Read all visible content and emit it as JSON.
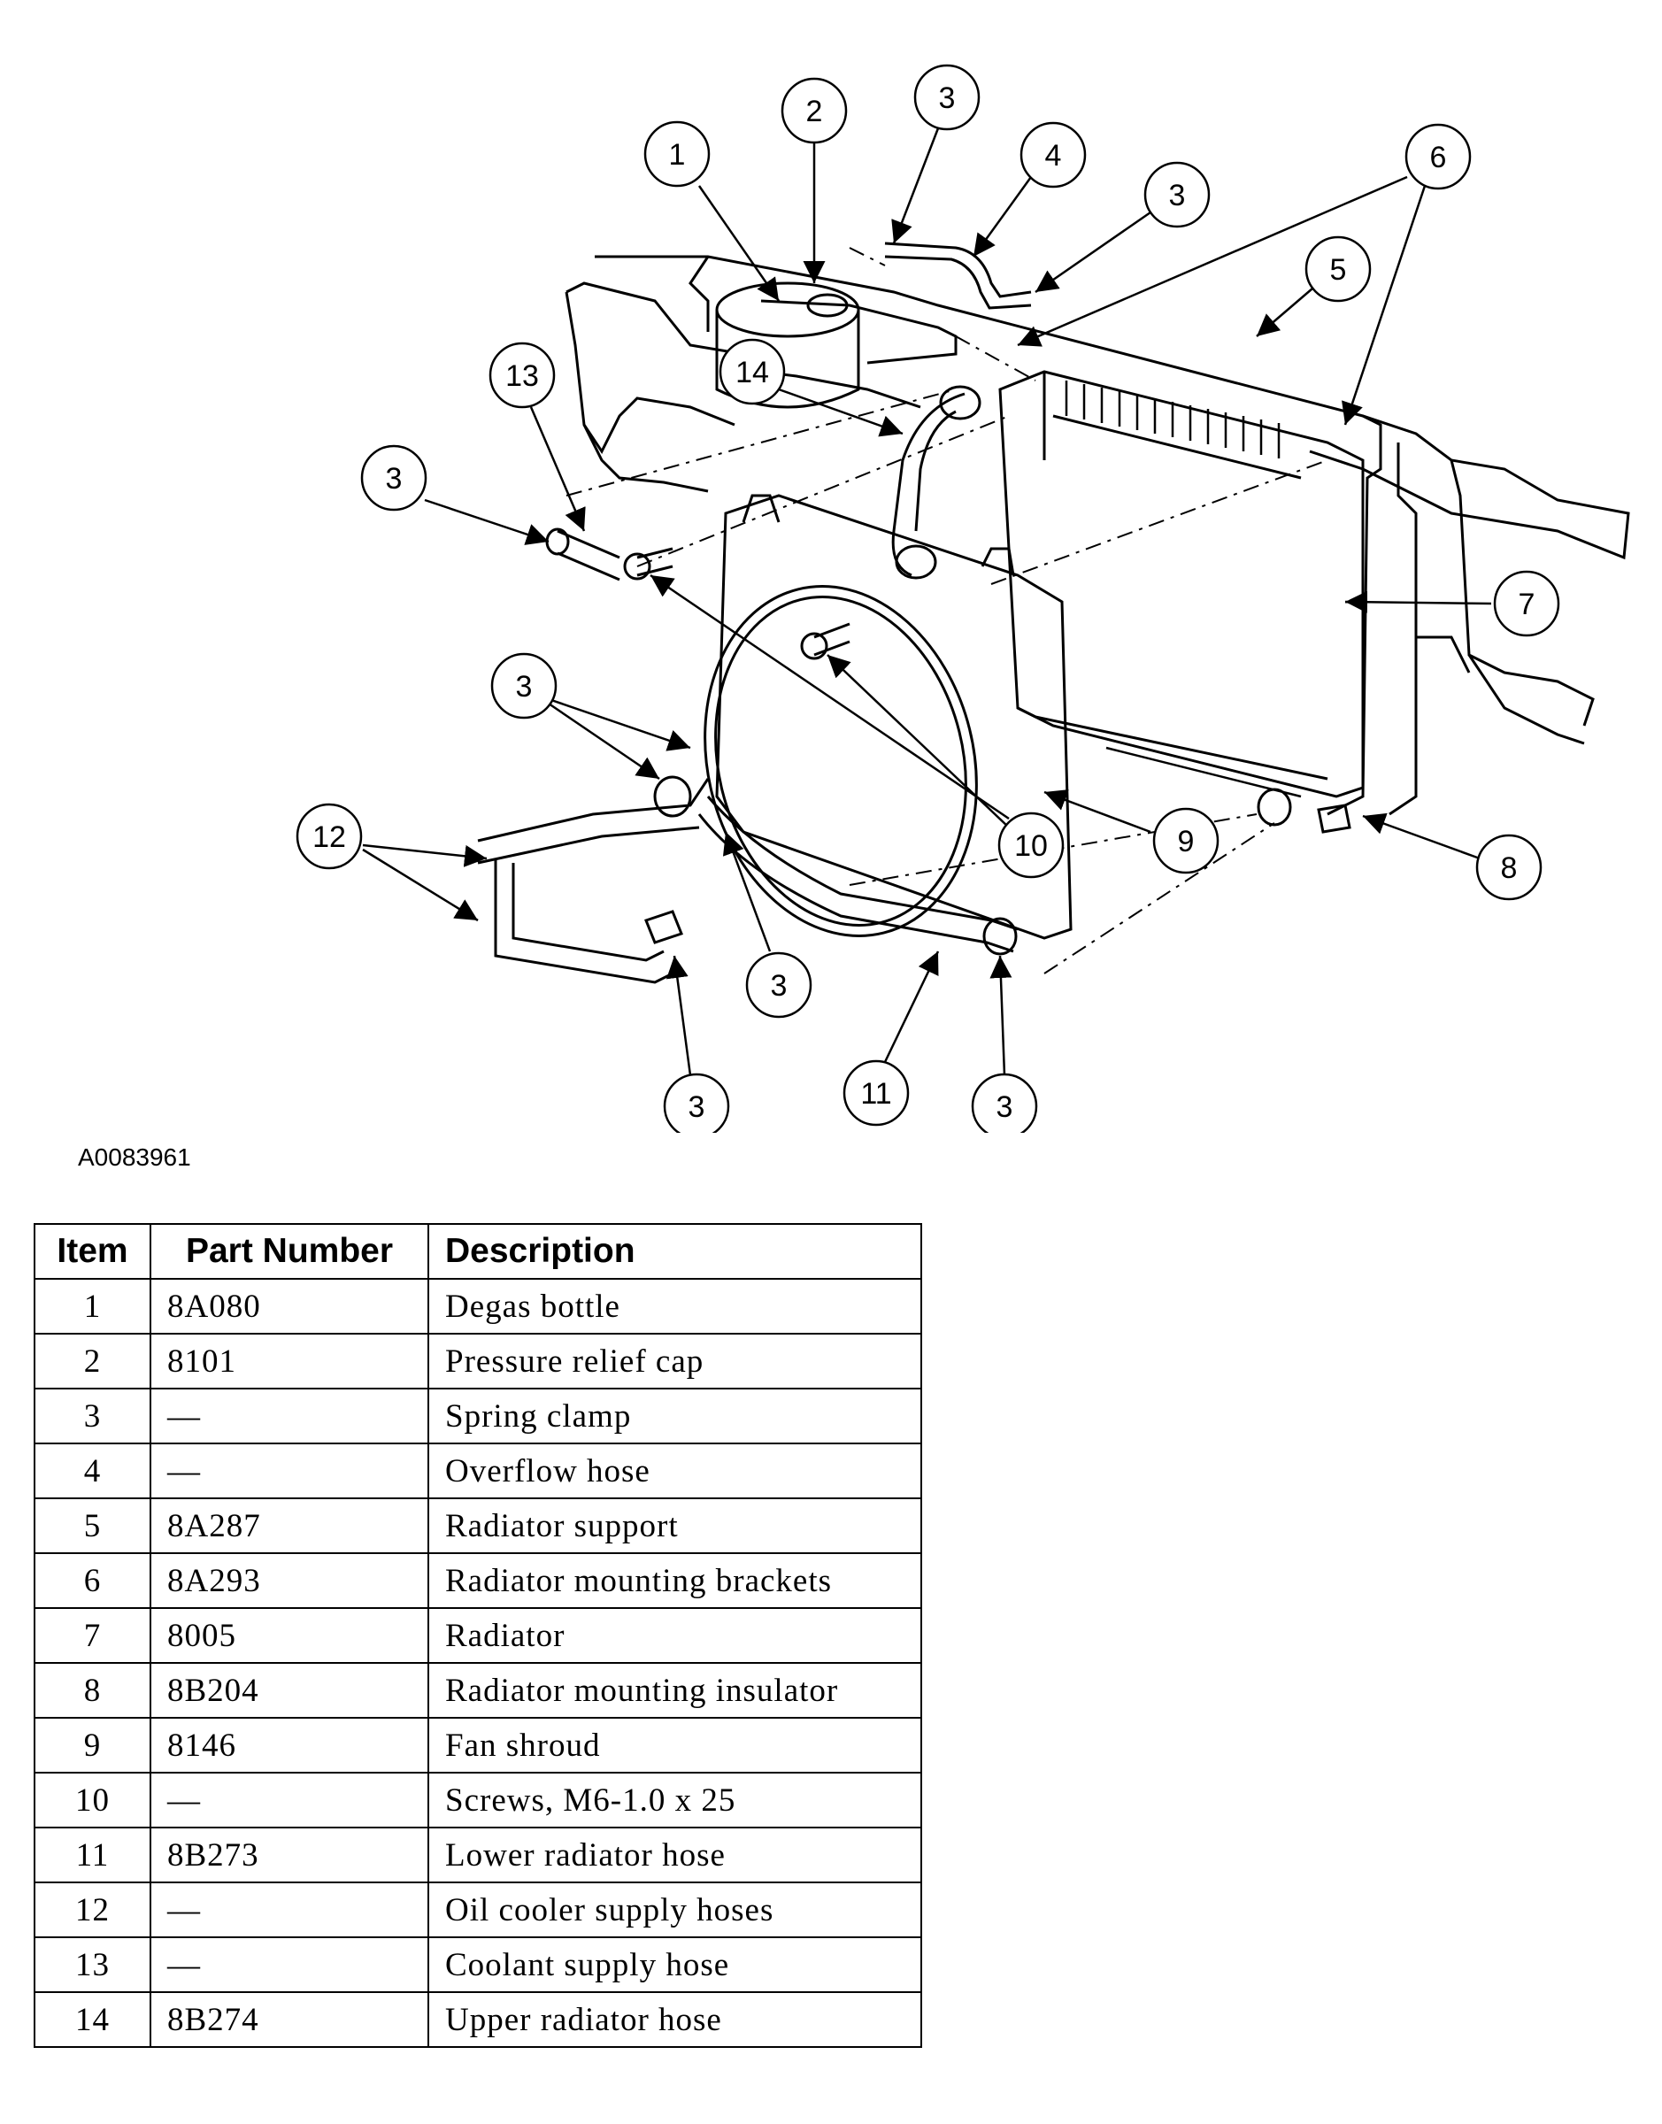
{
  "figure_id": "A0083961",
  "callouts": [
    {
      "label": "1"
    },
    {
      "label": "2"
    },
    {
      "label": "3"
    },
    {
      "label": "4"
    },
    {
      "label": "3"
    },
    {
      "label": "6"
    },
    {
      "label": "5"
    },
    {
      "label": "14"
    },
    {
      "label": "13"
    },
    {
      "label": "3"
    },
    {
      "label": "7"
    },
    {
      "label": "3"
    },
    {
      "label": "12"
    },
    {
      "label": "10"
    },
    {
      "label": "9"
    },
    {
      "label": "8"
    },
    {
      "label": "3"
    },
    {
      "label": "3"
    },
    {
      "label": "11"
    },
    {
      "label": "3"
    }
  ],
  "table": {
    "headers": {
      "item": "Item",
      "part_number": "Part Number",
      "description": "Description"
    },
    "rows": [
      {
        "item": "1",
        "part_number": "8A080",
        "description": "Degas bottle"
      },
      {
        "item": "2",
        "part_number": "8101",
        "description": "Pressure relief cap"
      },
      {
        "item": "3",
        "part_number": "—",
        "description": "Spring clamp"
      },
      {
        "item": "4",
        "part_number": "—",
        "description": "Overflow hose"
      },
      {
        "item": "5",
        "part_number": "8A287",
        "description": "Radiator support"
      },
      {
        "item": "6",
        "part_number": "8A293",
        "description": "Radiator mounting brackets"
      },
      {
        "item": "7",
        "part_number": "8005",
        "description": "Radiator"
      },
      {
        "item": "8",
        "part_number": "8B204",
        "description": "Radiator mounting insulator"
      },
      {
        "item": "9",
        "part_number": "8146",
        "description": "Fan shroud"
      },
      {
        "item": "10",
        "part_number": "—",
        "description": "Screws, M6-1.0 x 25"
      },
      {
        "item": "11",
        "part_number": "8B273",
        "description": "Lower radiator hose"
      },
      {
        "item": "12",
        "part_number": "—",
        "description": "Oil cooler supply hoses"
      },
      {
        "item": "13",
        "part_number": "—",
        "description": "Coolant supply hose"
      },
      {
        "item": "14",
        "part_number": "8B274",
        "description": "Upper radiator hose"
      }
    ]
  }
}
